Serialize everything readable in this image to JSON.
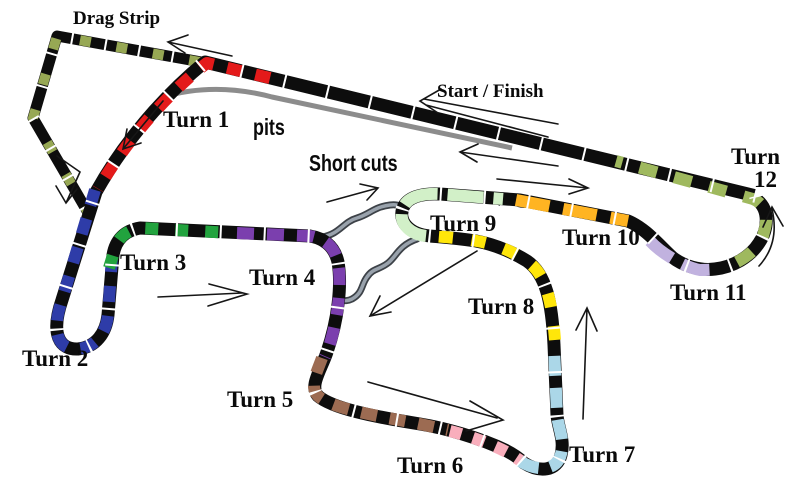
{
  "map": {
    "background": "#ffffff",
    "track_color": "#0d0d0d",
    "pit_lane_color": "#8c8c8c",
    "shortcut_color": "#99a2ac",
    "labels": {
      "drag_strip": "Drag Strip",
      "start_finish": "Start / Finish",
      "pits": "pits",
      "short_cuts": "Short cuts"
    },
    "turns": [
      {
        "label": "Turn 1",
        "color": "#e41a1a"
      },
      {
        "label": "Turn 2",
        "color": "#2e3ca8"
      },
      {
        "label": "Turn 3",
        "color": "#22a33e"
      },
      {
        "label": "Turn 4",
        "color": "#7b3fae"
      },
      {
        "label": "Turn 5",
        "color": "#9c6b52"
      },
      {
        "label": "Turn 6",
        "color": "#f9aebc"
      },
      {
        "label": "Turn 7",
        "color": "#abd7e8"
      },
      {
        "label": "Turn 8",
        "color": "#ffe60a"
      },
      {
        "label": "Turn 9",
        "color": "#d2f0c8"
      },
      {
        "label": "Turn 10",
        "color": "#ffb422"
      },
      {
        "label": "Turn 11",
        "color": "#c1b2df"
      },
      {
        "label": "Turn 12",
        "color": "#9fb95e",
        "line1": "Turn",
        "line2": "12"
      }
    ],
    "features": {
      "drag_strip_color": "#97a854"
    }
  }
}
